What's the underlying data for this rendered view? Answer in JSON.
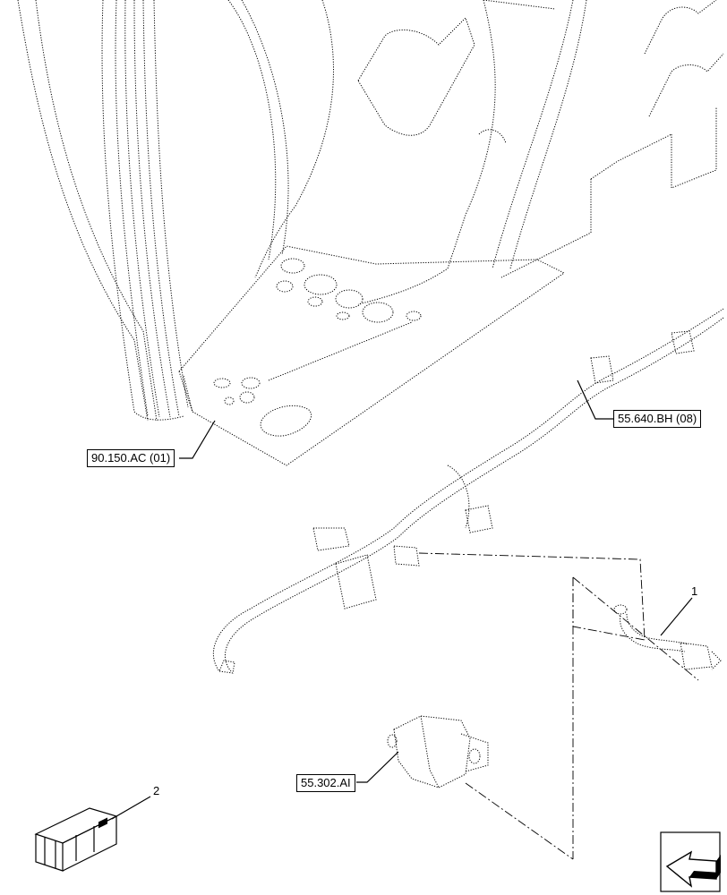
{
  "references": {
    "floor_plate": "90.150.AC (01)",
    "harness": "55.640.BH (08)",
    "pump": "55.302.AI"
  },
  "callouts": {
    "item_1": "1",
    "item_2": "2"
  },
  "icons": {
    "nav": "view-direction-arrow-icon",
    "kit": "crate-kit-icon"
  }
}
